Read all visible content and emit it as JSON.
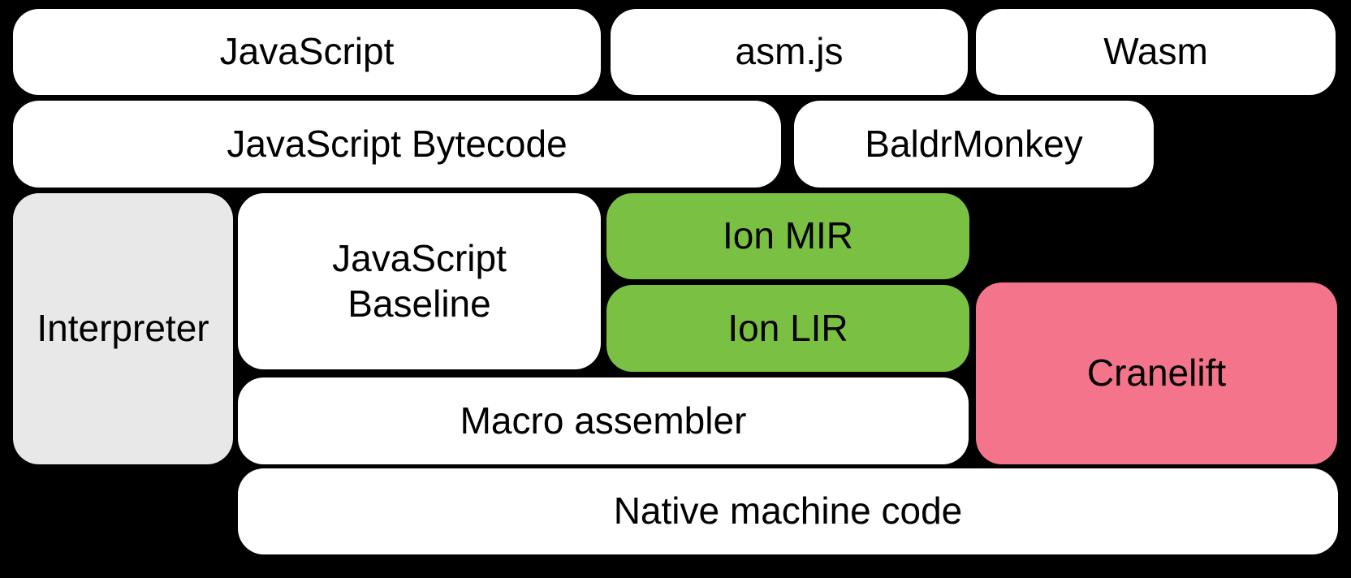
{
  "diagram": {
    "title": "SpiderMonkey compilation pipeline diagram",
    "background": "#000000",
    "palette": {
      "box_white": "#FFFFFF",
      "box_gray": "#E8E8E8",
      "box_green": "#7AC143",
      "box_pink": "#F4758B",
      "text": "#000000"
    },
    "nodes": {
      "javascript": {
        "label": "JavaScript"
      },
      "asmjs": {
        "label": "asm.js"
      },
      "wasm": {
        "label": "Wasm"
      },
      "bytecode": {
        "label": "JavaScript Bytecode"
      },
      "baldrmonkey": {
        "label": "BaldrMonkey"
      },
      "interpreter": {
        "label": "Interpreter"
      },
      "baseline": {
        "label": "JavaScript Baseline"
      },
      "ion_mir": {
        "label": "Ion MIR"
      },
      "ion_lir": {
        "label": "Ion LIR"
      },
      "cranelift": {
        "label": "Cranelift"
      },
      "macro_assembler": {
        "label": "Macro assembler"
      },
      "native": {
        "label": "Native machine code"
      }
    }
  }
}
